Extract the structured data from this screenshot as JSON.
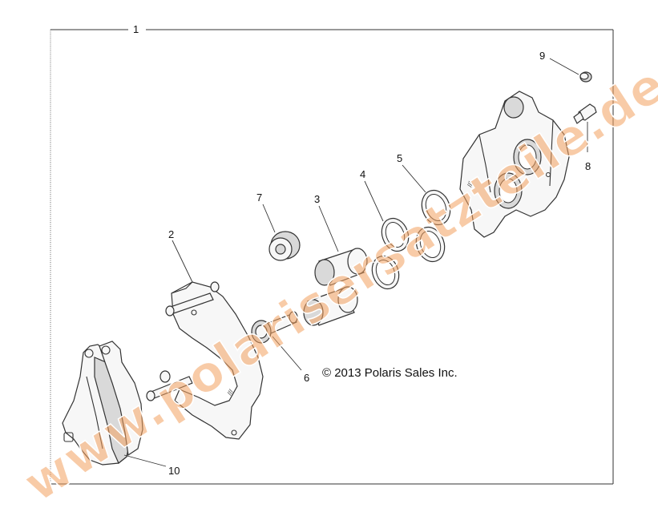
{
  "assembly_label": "1",
  "copyright": "© 2013 Polaris Sales Inc.",
  "watermark": "www.polarisersatzteile.de",
  "callouts": [
    {
      "id": "c2",
      "text": "2"
    },
    {
      "id": "c3",
      "text": "3"
    },
    {
      "id": "c4",
      "text": "4"
    },
    {
      "id": "c5",
      "text": "5"
    },
    {
      "id": "c6",
      "text": "6"
    },
    {
      "id": "c7",
      "text": "7"
    },
    {
      "id": "c8",
      "text": "8"
    },
    {
      "id": "c9",
      "text": "9"
    },
    {
      "id": "c10",
      "text": "10"
    }
  ]
}
